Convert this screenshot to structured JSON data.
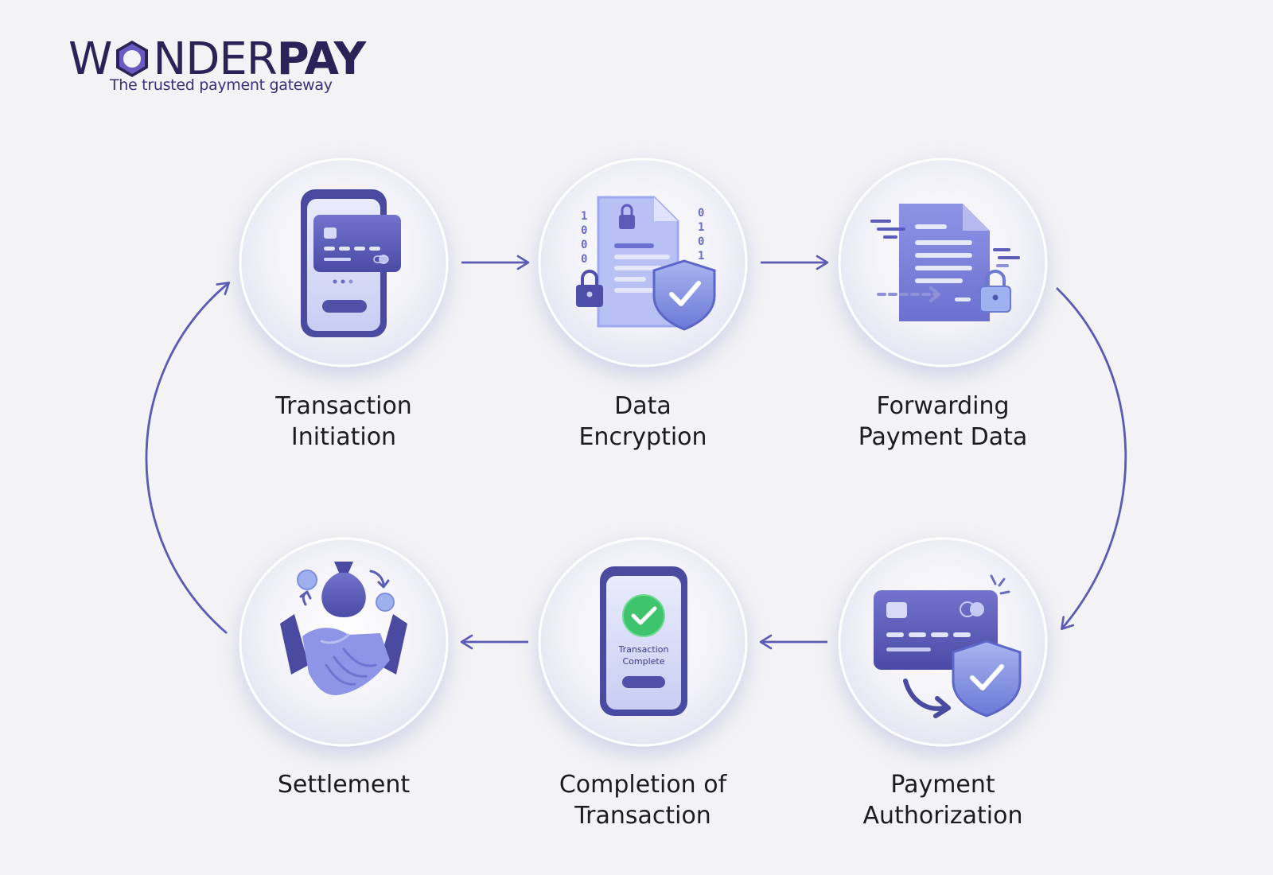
{
  "brand": {
    "name_part1": "W",
    "name_part2": "NDER",
    "name_part3": "PAY",
    "tagline": "The trusted payment gateway"
  },
  "colors": {
    "background": "#f3f3f5",
    "accent": "#5a59b4",
    "accent_light": "#8e8fe0",
    "brand_dark": "#2b2358",
    "success": "#3ec46d"
  },
  "steps": [
    {
      "line1": "Transaction",
      "line2": "Initiation",
      "icon": "phone-card-icon"
    },
    {
      "line1": "Data",
      "line2": "Encryption",
      "icon": "encrypted-document-shield-icon"
    },
    {
      "line1": "Forwarding",
      "line2": "Payment Data",
      "icon": "document-forwarding-lock-icon"
    },
    {
      "line1": "Payment",
      "line2": "Authorization",
      "icon": "card-shield-check-icon"
    },
    {
      "line1": "Completion of",
      "line2": "Transaction",
      "icon": "phone-checkmark-icon"
    },
    {
      "line1": "Settlement",
      "line2": "",
      "icon": "handshake-money-bag-icon"
    }
  ],
  "phone_screen": {
    "line1": "Transaction",
    "line2": "Complete"
  },
  "encryption_bits_left": [
    "1",
    "0",
    "0",
    "0"
  ],
  "encryption_bits_right": [
    "0",
    "1",
    "0",
    "1"
  ]
}
